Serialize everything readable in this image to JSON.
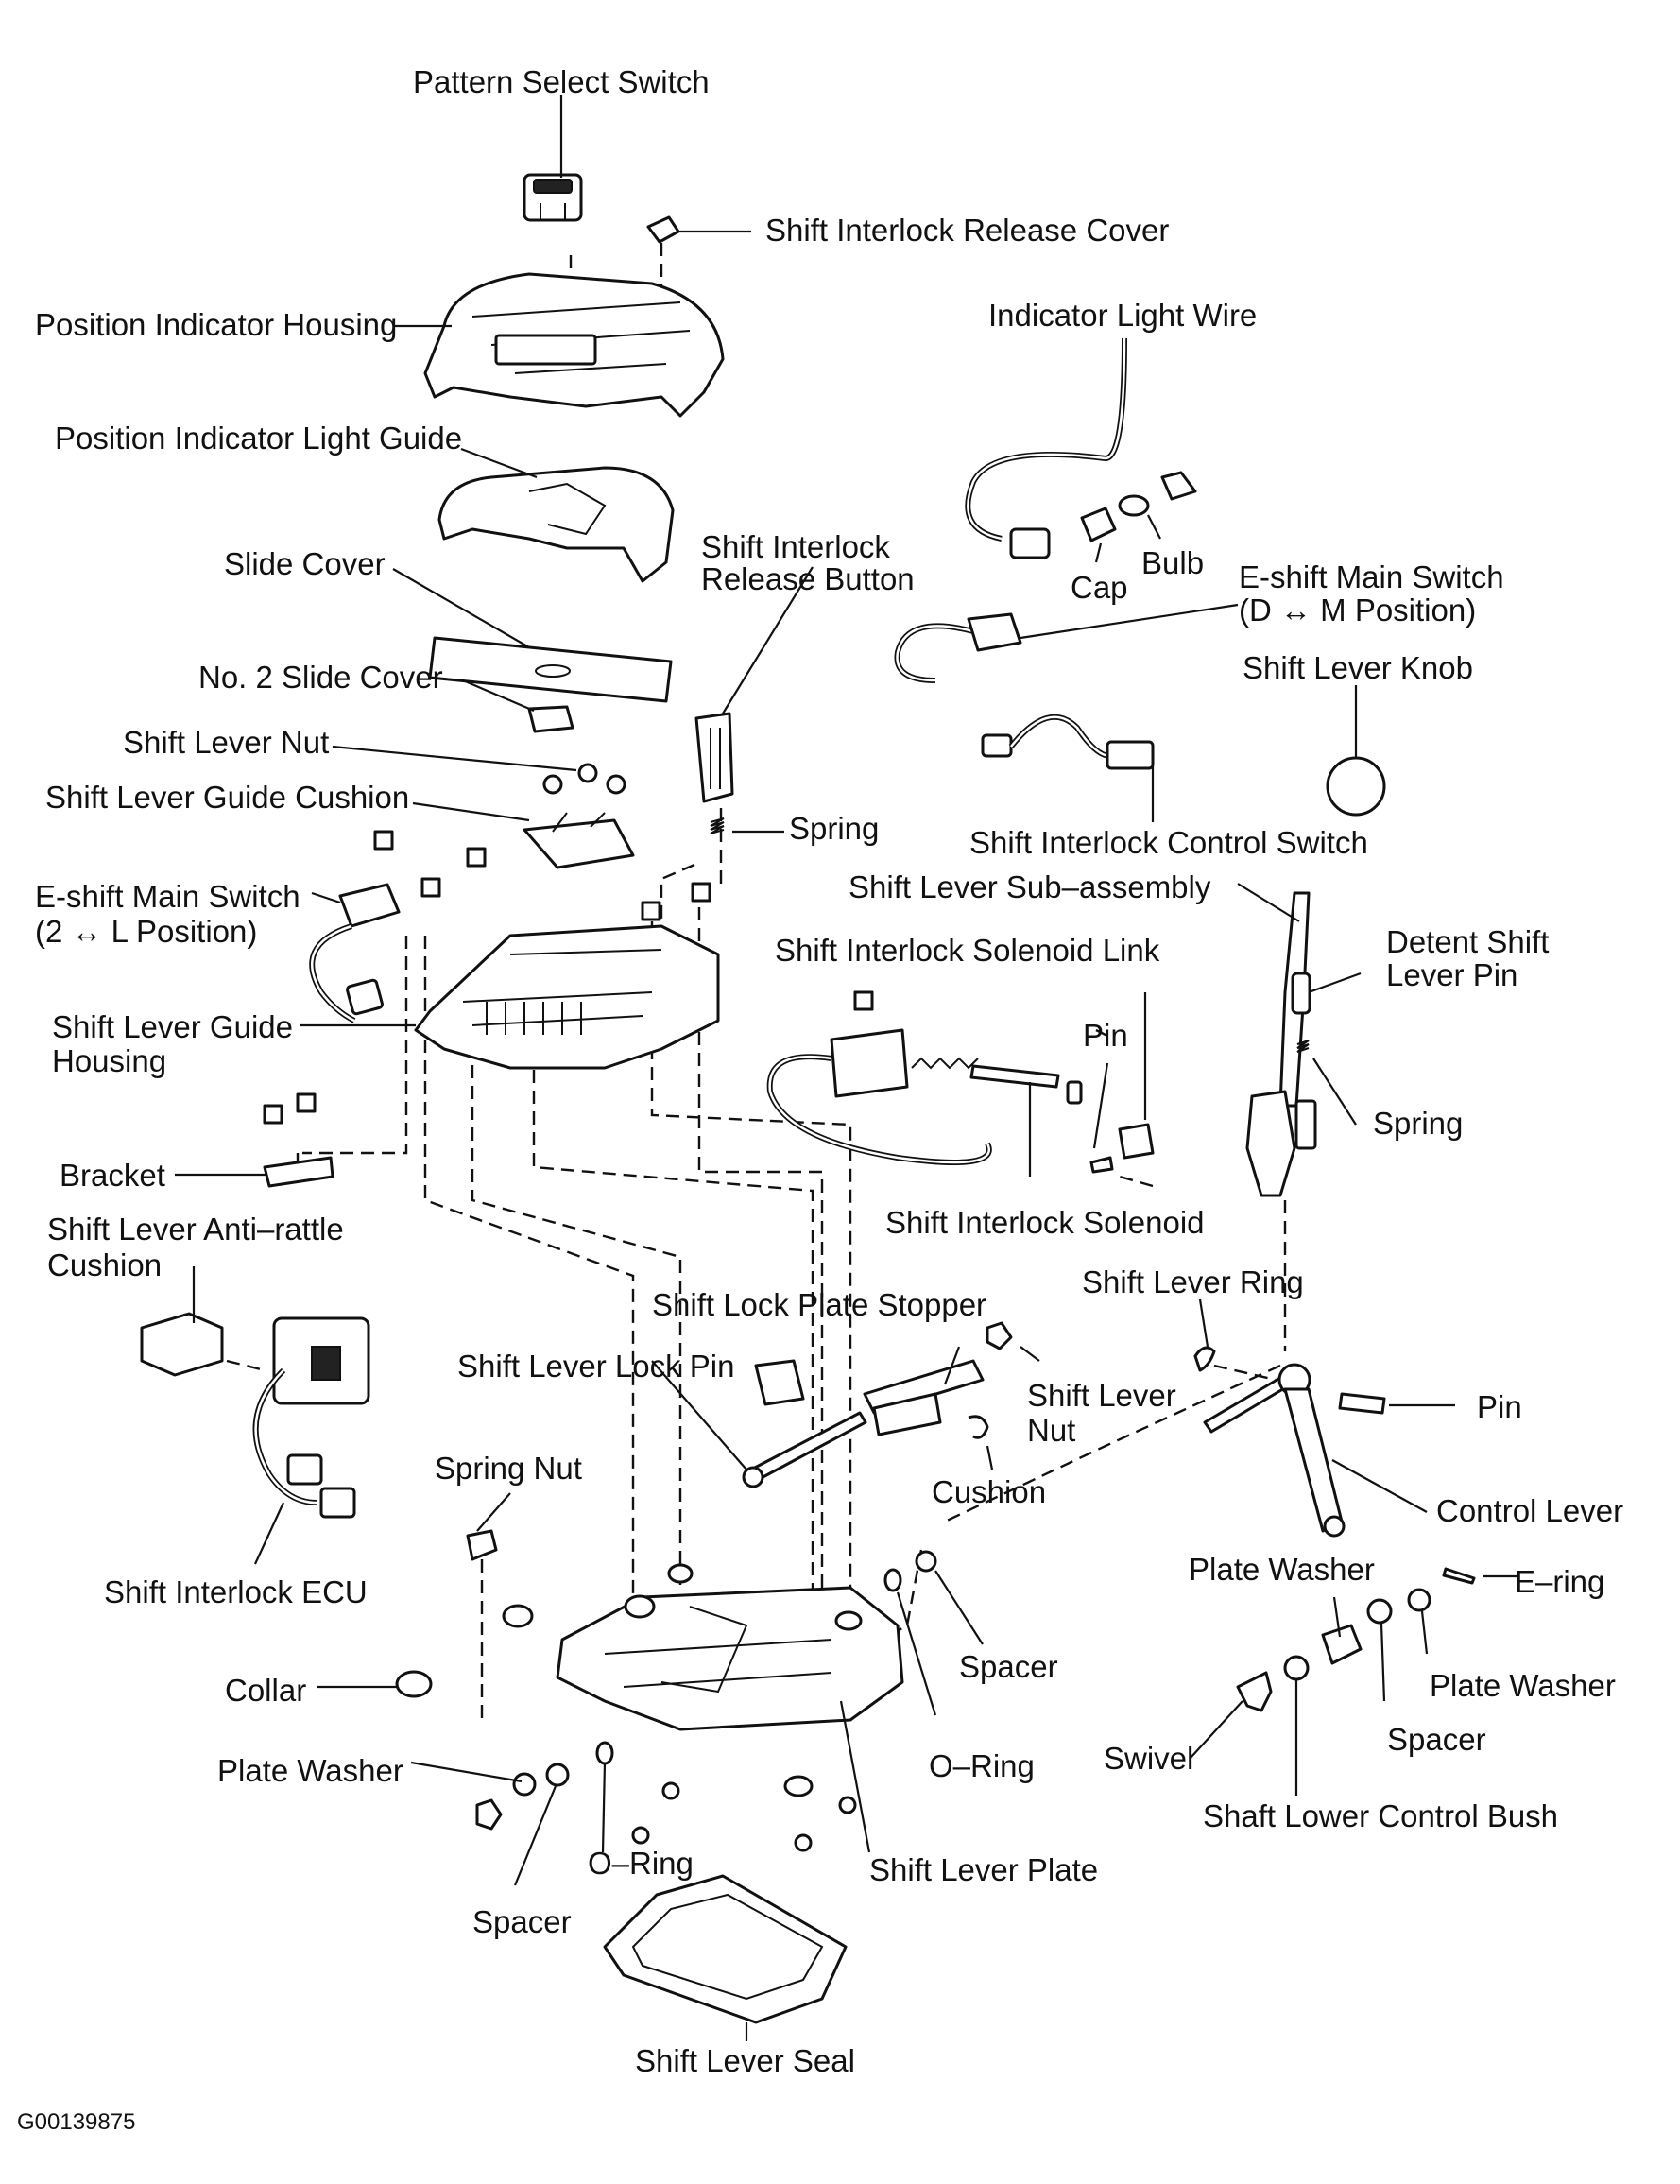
{
  "figure_code": "G00139875",
  "labels": {
    "pattern_select_switch": "Pattern Select Switch",
    "shift_interlock_release_cover": "Shift Interlock Release Cover",
    "position_indicator_housing": "Position Indicator Housing",
    "indicator_light_wire": "Indicator Light Wire",
    "position_indicator_light_guide": "Position Indicator Light Guide",
    "slide_cover": "Slide Cover",
    "shift_interlock_release_button_1": "Shift Interlock",
    "shift_interlock_release_button_2": "Release Button",
    "bulb": "Bulb",
    "cap": "Cap",
    "e_shift_main_switch_dm_1": "E-shift Main Switch",
    "e_shift_main_switch_dm_2": "(D ↔ M Position)",
    "no2_slide_cover": "No. 2 Slide Cover",
    "shift_lever_knob": "Shift Lever Knob",
    "shift_lever_nut_top": "Shift Lever Nut",
    "shift_lever_guide_cushion": "Shift Lever Guide Cushion",
    "spring_top": "Spring",
    "shift_interlock_control_switch": "Shift Interlock Control Switch",
    "shift_lever_sub_assembly": "Shift Lever Sub–assembly",
    "e_shift_main_switch_2l_1": "E-shift Main Switch",
    "e_shift_main_switch_2l_2": "(2 ↔ L Position)",
    "shift_interlock_solenoid_link": "Shift Interlock Solenoid Link",
    "detent_shift_lever_pin_1": "Detent Shift",
    "detent_shift_lever_pin_2": "Lever Pin",
    "shift_lever_guide_housing_1": "Shift Lever Guide",
    "shift_lever_guide_housing_2": "Housing",
    "pin_upper": "Pin",
    "spring_right": "Spring",
    "bracket": "Bracket",
    "shift_interlock_solenoid": "Shift Interlock Solenoid",
    "shift_lever_anti_rattle_cushion_1": "Shift Lever Anti–rattle",
    "shift_lever_anti_rattle_cushion_2": "Cushion",
    "shift_lever_ring": "Shift Lever Ring",
    "shift_lock_plate_stopper": "Shift Lock Plate Stopper",
    "shift_lever_lock_pin": "Shift Lever Lock Pin",
    "shift_lever_nut_mid_1": "Shift Lever",
    "shift_lever_nut_mid_2": "Nut",
    "pin_right": "Pin",
    "spring_nut": "Spring Nut",
    "cushion": "Cushion",
    "control_lever": "Control Lever",
    "shift_interlock_ecu": "Shift Interlock ECU",
    "plate_washer_upper": "Plate Washer",
    "e_ring": "E–ring",
    "spacer_mid": "Spacer",
    "plate_washer_right": "Plate Washer",
    "collar": "Collar",
    "spacer_right": "Spacer",
    "o_ring_right": "O–Ring",
    "swivel": "Swivel",
    "plate_washer_left": "Plate Washer",
    "shaft_lower_control_bush": "Shaft Lower Control Bush",
    "o_ring_bottom": "O–Ring",
    "shift_lever_plate": "Shift Lever Plate",
    "spacer_bottom": "Spacer",
    "shift_lever_seal": "Shift Lever Seal"
  }
}
